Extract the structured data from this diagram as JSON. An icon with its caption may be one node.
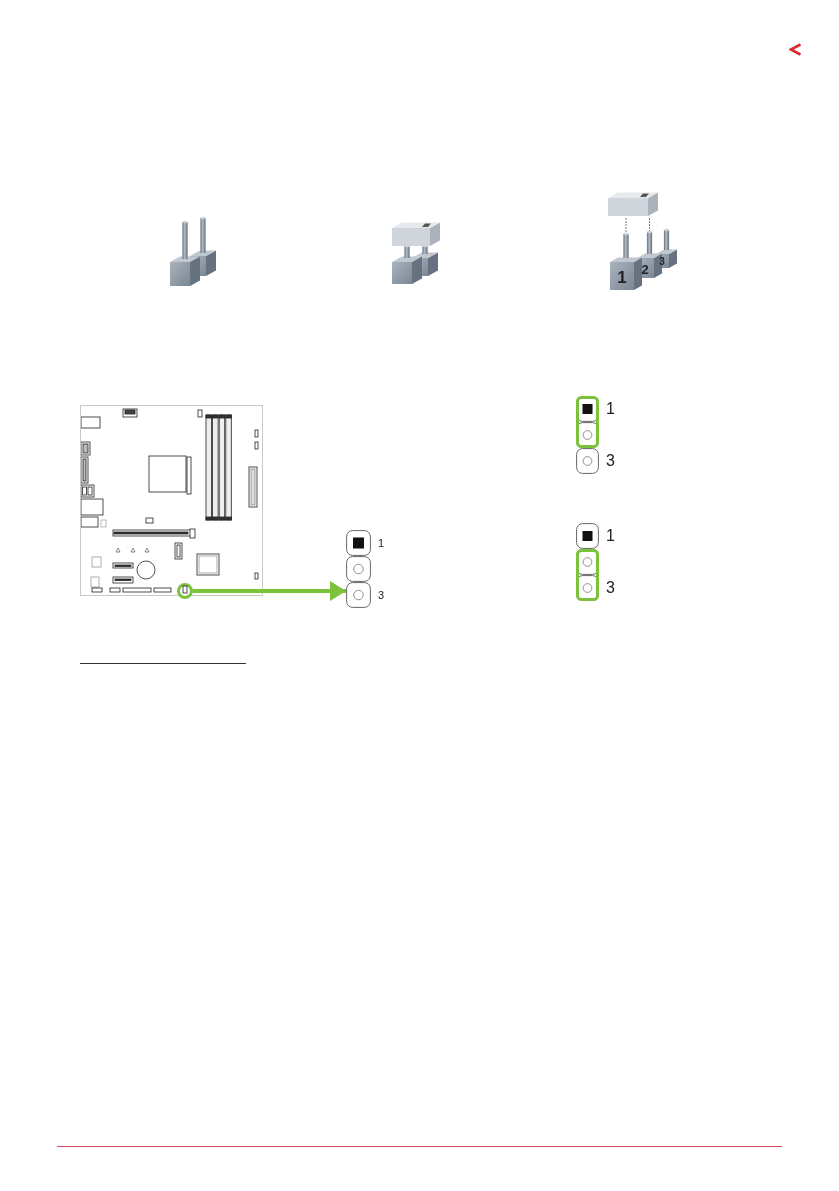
{
  "diagram": {
    "nodes": [
      {
        "text": [],
        "shape": "picture"
      },
      {
        "text": [],
        "shape": "circle",
        "in": 0
      },
      {
        "text": [],
        "shape": "box",
        "beside": [
          "1",
          "3"
        ]
      },
      {
        "text": [],
        "shape": "box",
        "beside": [
          "1",
          "3"
        ]
      },
      {
        "text": [],
        "shape": "box",
        "beside": [
          "1",
          "3"
        ]
      }
    ],
    "edges": [
      {
        "from": 1,
        "to": 3,
        "arrow": "to"
      }
    ],
    "labels": [
      "1",
      "2",
      "3"
    ]
  }
}
